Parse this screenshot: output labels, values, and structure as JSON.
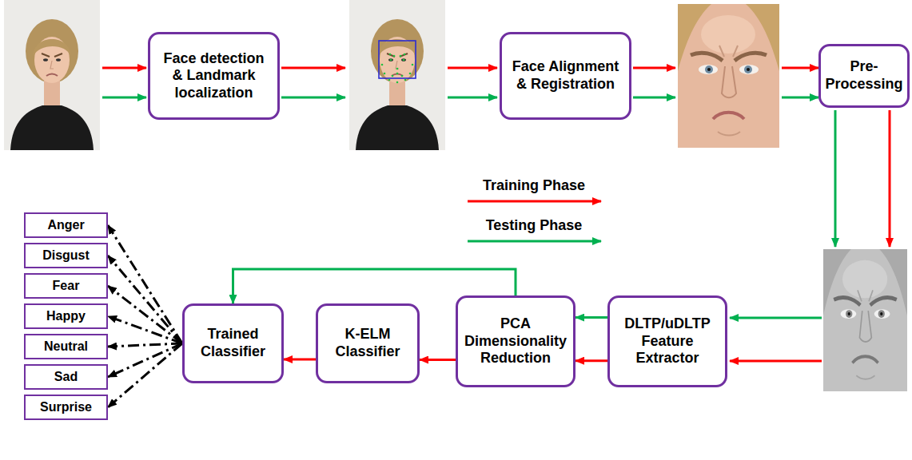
{
  "diagram": {
    "nodes": [
      {
        "text": [
          "Face detection & Landmark localization"
        ]
      },
      {
        "text": [
          "Face Alignment & Registration"
        ]
      },
      {
        "text": [
          "Pre- Processing"
        ]
      },
      {
        "text": [
          "Anger"
        ]
      },
      {
        "text": [
          "Disgust"
        ]
      },
      {
        "text": [
          "Fear"
        ]
      },
      {
        "text": [
          "Happy"
        ]
      },
      {
        "text": [
          "Neutral"
        ]
      },
      {
        "text": [
          "Sad"
        ]
      },
      {
        "text": [
          "Surprise"
        ]
      },
      {
        "text": [
          "Trained Classifier"
        ]
      },
      {
        "text": [
          "K-ELM Classifier"
        ]
      },
      {
        "text": [
          "PCA Dimensionality Reduction"
        ]
      },
      {
        "text": [
          "DLTP/uDLTP Feature Extractor"
        ]
      }
    ],
    "edges": [
      {
        "from": 13,
        "to": 12,
        "arrow": "to"
      },
      {
        "from": 13,
        "to": 12,
        "arrow": "to"
      },
      {
        "from": 12,
        "to": 11,
        "arrow": "to"
      },
      {
        "from": 11,
        "to": 10,
        "arrow": "to"
      },
      {
        "from": 12,
        "to": 10,
        "arrow": "to"
      },
      {
        "from": 10,
        "to": 3,
        "arrow": "to"
      },
      {
        "from": 10,
        "to": 4,
        "arrow": "to"
      },
      {
        "from": 10,
        "to": 5,
        "arrow": "to"
      },
      {
        "from": 10,
        "to": 6,
        "arrow": "to"
      },
      {
        "from": 10,
        "to": 7,
        "arrow": "to"
      },
      {
        "from": 10,
        "to": 8,
        "arrow": "to"
      },
      {
        "from": 10,
        "to": 9,
        "arrow": "to"
      }
    ],
    "legend": [
      {
        "text": "Training Phase"
      },
      {
        "text": "Testing Phase"
      }
    ]
  }
}
